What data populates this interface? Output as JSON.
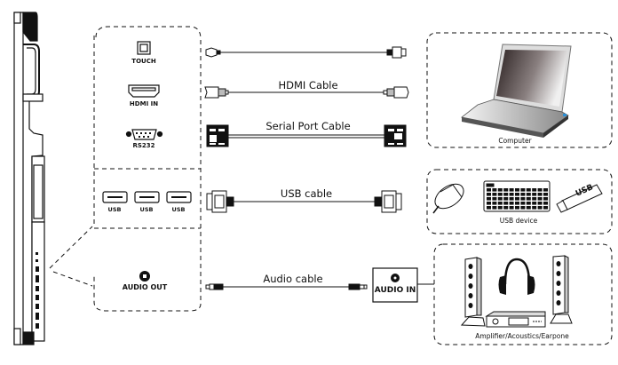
{
  "diagram": {
    "title": "",
    "panel_ports": {
      "touch": {
        "label": "TOUCH",
        "icon": "usb-b-port-icon"
      },
      "hdmi_in": {
        "label": "HDMI IN",
        "icon": "hdmi-port-icon"
      },
      "rs232": {
        "label": "RS232",
        "icon": "serial-port-icon"
      },
      "usb_ports": [
        {
          "label": "USB",
          "icon": "usb-a-port-icon"
        },
        {
          "label": "USB",
          "icon": "usb-a-port-icon"
        },
        {
          "label": "USB",
          "icon": "usb-a-port-icon"
        }
      ],
      "audio_out": {
        "label": "AUDIO OUT",
        "icon": "audio-jack-icon"
      }
    },
    "cables": {
      "touch": {
        "label": ""
      },
      "hdmi": {
        "label": "HDMI Cable"
      },
      "serial": {
        "label": "Serial Port Cable"
      },
      "usb": {
        "label": "USB cable"
      },
      "audio": {
        "label": "Audio cable"
      }
    },
    "devices": {
      "computer": {
        "label": "Computer",
        "icon": "laptop-icon"
      },
      "usb_device": {
        "label": "USB device",
        "icons": [
          "mouse-icon",
          "keyboard-icon",
          "usb-drive-icon"
        ],
        "drive_text": "USB"
      },
      "audio_in": {
        "label": "AUDIO IN",
        "icon": "audio-jack-icon"
      },
      "audio_devices": {
        "label": "Amplifier/Acoustics/Earpone",
        "icons": [
          "speaker-icon",
          "headphones-icon",
          "amplifier-icon",
          "speaker-icon"
        ]
      }
    },
    "colors": {
      "line": "#111111",
      "screen_dark": "#2a2222",
      "accent_port": "#2a8fd6"
    }
  }
}
